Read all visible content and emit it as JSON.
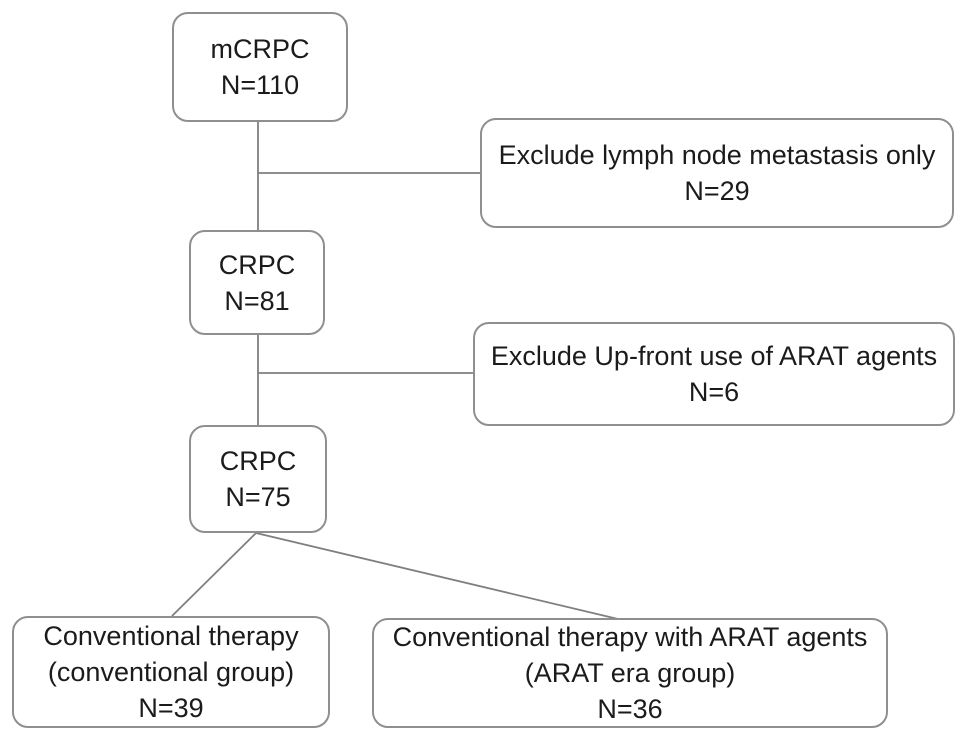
{
  "figure": {
    "type": "flowchart",
    "colors": {
      "background": "#ffffff",
      "box_border": "#8f8f8f",
      "connector_line": "#7f7f7f",
      "text": "#1b1b1b"
    },
    "nodes": {
      "mcrpc": {
        "line1": "mCRPC",
        "line2": "N=110"
      },
      "exclude_lymph": {
        "line1": "Exclude lymph node metastasis only",
        "line2": "N=29"
      },
      "crpc_81": {
        "line1": "CRPC",
        "line2": "N=81"
      },
      "exclude_arat": {
        "line1": "Exclude Up-front use of ARAT agents",
        "line2": "N=6"
      },
      "crpc_75": {
        "line1": "CRPC",
        "line2": "N=75"
      },
      "conventional": {
        "line1": "Conventional therapy",
        "line2": "(conventional group)",
        "line3": "N=39"
      },
      "arat_era": {
        "line1": "Conventional therapy with ARAT agents",
        "line2": "(ARAT era group)",
        "line3": "N=36"
      }
    },
    "edges": [
      {
        "from": "mcrpc",
        "to": "crpc_81",
        "style": "vertical"
      },
      {
        "from": "mcrpc",
        "to": "exclude_lymph",
        "style": "branch-right"
      },
      {
        "from": "crpc_81",
        "to": "crpc_75",
        "style": "vertical"
      },
      {
        "from": "crpc_81",
        "to": "exclude_arat",
        "style": "branch-right"
      },
      {
        "from": "crpc_75",
        "to": "conventional",
        "style": "diagonal"
      },
      {
        "from": "crpc_75",
        "to": "arat_era",
        "style": "diagonal"
      }
    ]
  }
}
